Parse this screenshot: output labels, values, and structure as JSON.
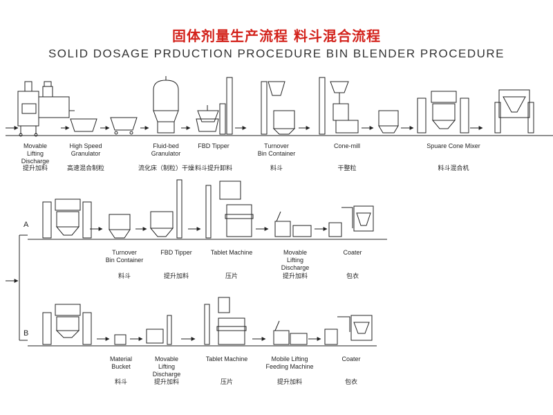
{
  "title_cn": "固体剂量生产流程 料斗混合流程",
  "title_en": "SOLID DOSAGE PRDUCTION PROCEDURE BIN BLENDER PROCEDURE",
  "branches": {
    "a": "A",
    "b": "B"
  },
  "row1": [
    {
      "en": "Movable\nLifting\nDischarge",
      "cn": "提升加料"
    },
    {
      "en": "High Speed\nGranulator",
      "cn": "高速混合制粒"
    },
    {
      "en": "Fluid-bed\nGranulator",
      "cn": "流化床（制粒）干燥"
    },
    {
      "en": "FBD Tipper",
      "cn": "料斗提升卸料"
    },
    {
      "en": "Turnover\nBin Container",
      "cn": "料斗"
    },
    {
      "en": "Cone-mill",
      "cn": "干整粒"
    },
    {
      "en": "Spuare Cone Mixer",
      "cn": "料斗混合机"
    }
  ],
  "row2": [
    {
      "en": "Turnover\nBin Container",
      "cn": "料斗"
    },
    {
      "en": "FBD Tipper",
      "cn": "提升加料"
    },
    {
      "en": "Tablet Machine",
      "cn": "压片"
    },
    {
      "en": "Movable\nLifting\nDischarge",
      "cn": "提升加料"
    },
    {
      "en": "Coater",
      "cn": "包衣"
    }
  ],
  "row3": [
    {
      "en": "Material\nBucket",
      "cn": "料斗"
    },
    {
      "en": "Movable\nLifting\nDischarge",
      "cn": "提升加料"
    },
    {
      "en": "Tablet Machine",
      "cn": "压片"
    },
    {
      "en": "Mobile Lifting\nFeeding Machine",
      "cn": "提升加料"
    },
    {
      "en": "Coater",
      "cn": "包衣"
    }
  ]
}
